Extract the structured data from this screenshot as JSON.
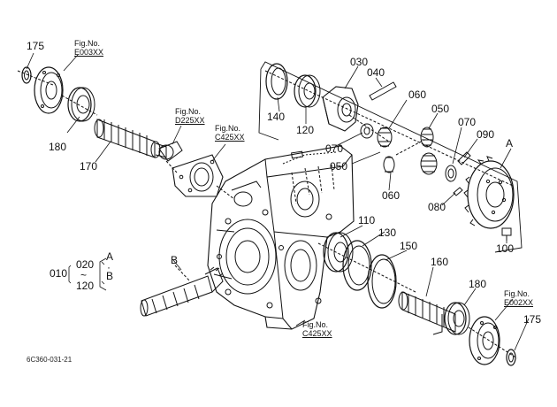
{
  "labels": {
    "p175a": "175",
    "p180a": "180",
    "p170": "170",
    "p140": "140",
    "p120": "120",
    "p030": "030",
    "p040": "040",
    "p060a": "060",
    "p050a": "050",
    "p070a": "070",
    "p090": "090",
    "p070b": "070",
    "p050b": "050",
    "p060b": "060",
    "p080": "080",
    "p100": "100",
    "p110": "110",
    "p130": "130",
    "p150": "150",
    "p160": "160",
    "p180b": "180",
    "p175b": "175",
    "markA_top": "A",
    "markB": "B"
  },
  "fig_refs": {
    "e003": {
      "title": "Fig.No.",
      "code": "E003XX"
    },
    "d225": {
      "title": "Fig.No.",
      "code": "D225XX"
    },
    "c425a": {
      "title": "Fig.No.",
      "code": "C425XX"
    },
    "c425b": {
      "title": "Fig.No.",
      "code": "C425XX"
    },
    "e002": {
      "title": "Fig.No.",
      "code": "E002XX"
    }
  },
  "legend": {
    "part": "010",
    "from": "020",
    "tilde": "~",
    "to": "120",
    "a": "A",
    "dot": "·",
    "b": "B"
  },
  "footer": {
    "code": "6C360-031-21"
  }
}
